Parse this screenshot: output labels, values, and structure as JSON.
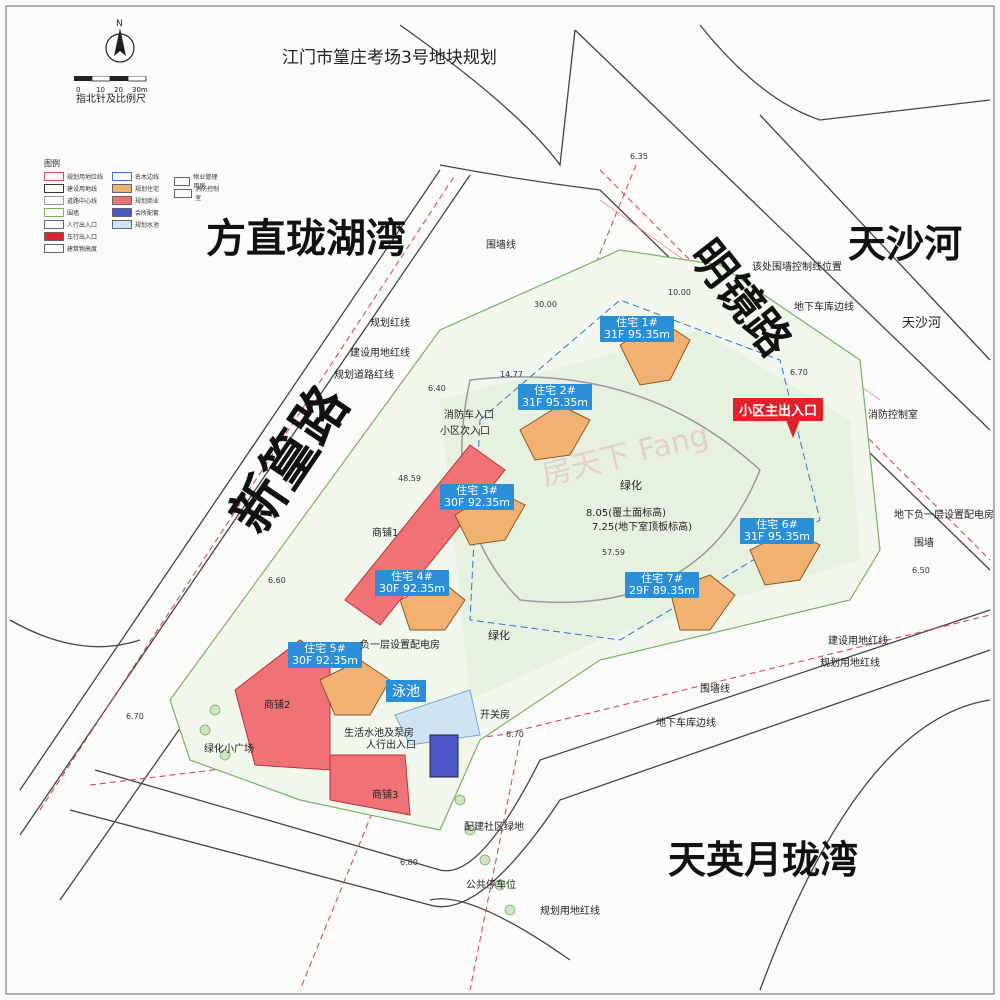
{
  "title": "江门市篁庄考场3号地块规划",
  "compass": {
    "north": "N",
    "scale_ticks": [
      "0",
      "10",
      "20",
      "30m"
    ],
    "caption": "指北针及比例尺"
  },
  "legend": {
    "title": "图例",
    "items": [
      "规划用地红线",
      "建设用地线",
      "道路中心线",
      "围墙",
      "人行出入口",
      "车行出入口",
      "建筑物高度",
      "名木边线",
      "规划住宅",
      "规划商业",
      "会所配套",
      "规划水池",
      "物业管理用房",
      "消防控制室"
    ]
  },
  "neighborhoods": {
    "fangzhi": "方直珑湖湾",
    "tianshahe_big": "天沙河",
    "tianshahe_small": "天沙河",
    "tianying": "天英月珑湾"
  },
  "roads": {
    "xinhuang": "新篁路",
    "mingjing": "明镜路"
  },
  "buildings": [
    {
      "name": "住宅 1#",
      "spec": "31F 95.35m"
    },
    {
      "name": "住宅 2#",
      "spec": "31F 95.35m"
    },
    {
      "name": "住宅 3#",
      "spec": "30F 92.35m"
    },
    {
      "name": "住宅 4#",
      "spec": "30F 92.35m"
    },
    {
      "name": "住宅 5#",
      "spec": "30F 92.35m"
    },
    {
      "name": "住宅 6#",
      "spec": "31F 95.35m"
    },
    {
      "name": "住宅 7#",
      "spec": "29F 89.35m"
    }
  ],
  "main_entrance": "小区主出入口",
  "pool": "泳池",
  "annotations": {
    "wall_line": "围墙线",
    "wall_control": "该处围墙控制线位置",
    "garage_edge": "地下车库边线",
    "fire_control": "消防控制室",
    "substation": "地下负一层设置配电房",
    "wall": "围墙",
    "build_red": "建设用地红线",
    "plan_red": "规划用地红线",
    "plan_red2": "规划红线",
    "build_line": "建设用地红线",
    "road_red": "规划道路红线",
    "garage_edge2": "地下车库边线",
    "pedestrian": "人行出入口",
    "community": "配建社区绿地",
    "plan_red3": "规划用地红线",
    "green1": "绿化",
    "green2": "绿化",
    "green_sq": "绿化小广场",
    "public_parking": "公共停车位",
    "switch_room": "开关房",
    "level": "8.05(覆土面标高)",
    "level2": "7.25(地下室顶板标高)",
    "shop1": "商铺1",
    "shop2": "商铺2",
    "shop3": "商铺3",
    "small_entry": "小区次入口",
    "fire_entry": "消防车入口",
    "substation2": "负一层设置配电房",
    "water": "生活水池及泵房"
  },
  "elevations": [
    "6.35",
    "6.70",
    "6.40",
    "6.60",
    "6.70",
    "6.50",
    "6.70",
    "6.80"
  ],
  "dimensions": [
    "57.59",
    "10.00",
    "14.77",
    "30.00",
    "48.59"
  ],
  "watermark": "房天下 Fang"
}
